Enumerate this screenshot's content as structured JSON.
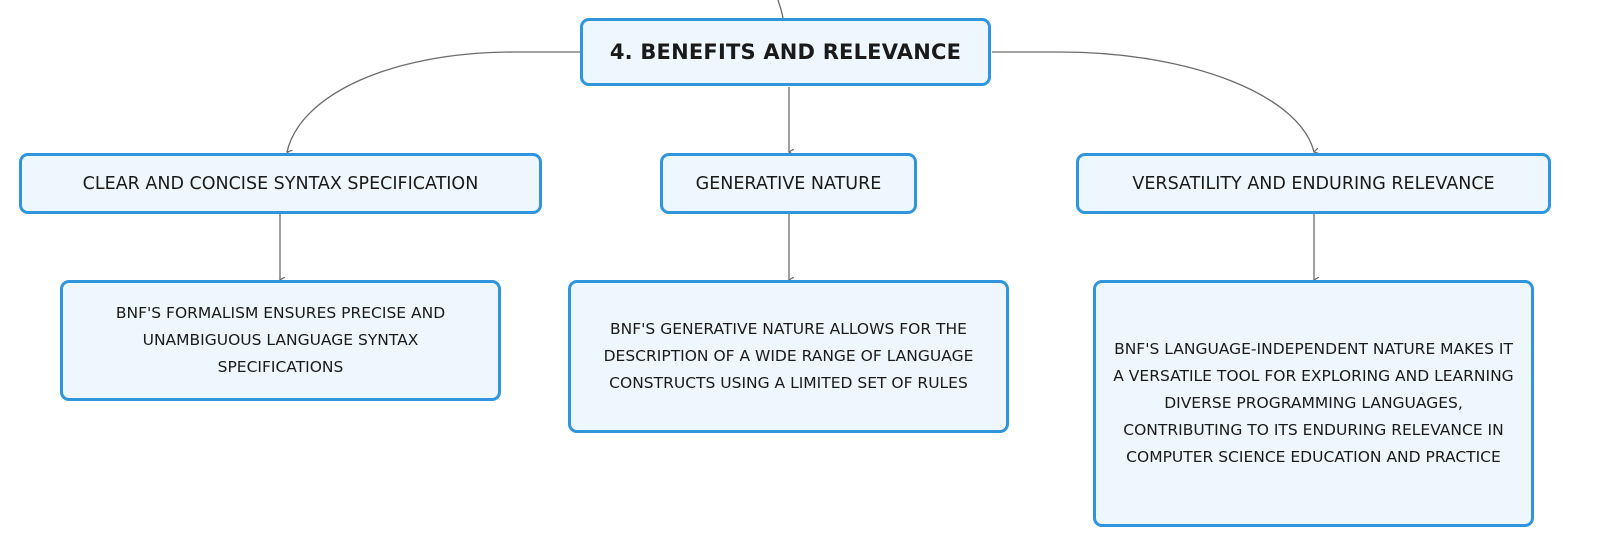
{
  "colors": {
    "node_fill": "#eef7fd",
    "node_border": "#2f95dc",
    "connector": "#6b6b6b",
    "text": "#1a1a1a"
  },
  "root": {
    "label": "4. BENEFITS AND RELEVANCE"
  },
  "branches": [
    {
      "label": "CLEAR AND CONCISE SYNTAX SPECIFICATION",
      "detail": "BNF'S FORMALISM ENSURES PRECISE AND UNAMBIGUOUS LANGUAGE SYNTAX SPECIFICATIONS"
    },
    {
      "label": "GENERATIVE NATURE",
      "detail": "BNF'S GENERATIVE NATURE ALLOWS FOR THE DESCRIPTION OF A WIDE RANGE OF LANGUAGE CONSTRUCTS USING A LIMITED SET OF RULES"
    },
    {
      "label": "VERSATILITY AND ENDURING RELEVANCE",
      "detail": "BNF'S LANGUAGE-INDEPENDENT NATURE MAKES IT A VERSATILE TOOL FOR EXPLORING AND LEARNING DIVERSE PROGRAMMING LANGUAGES, CONTRIBUTING TO ITS ENDURING RELEVANCE IN COMPUTER SCIENCE EDUCATION AND PRACTICE"
    }
  ]
}
